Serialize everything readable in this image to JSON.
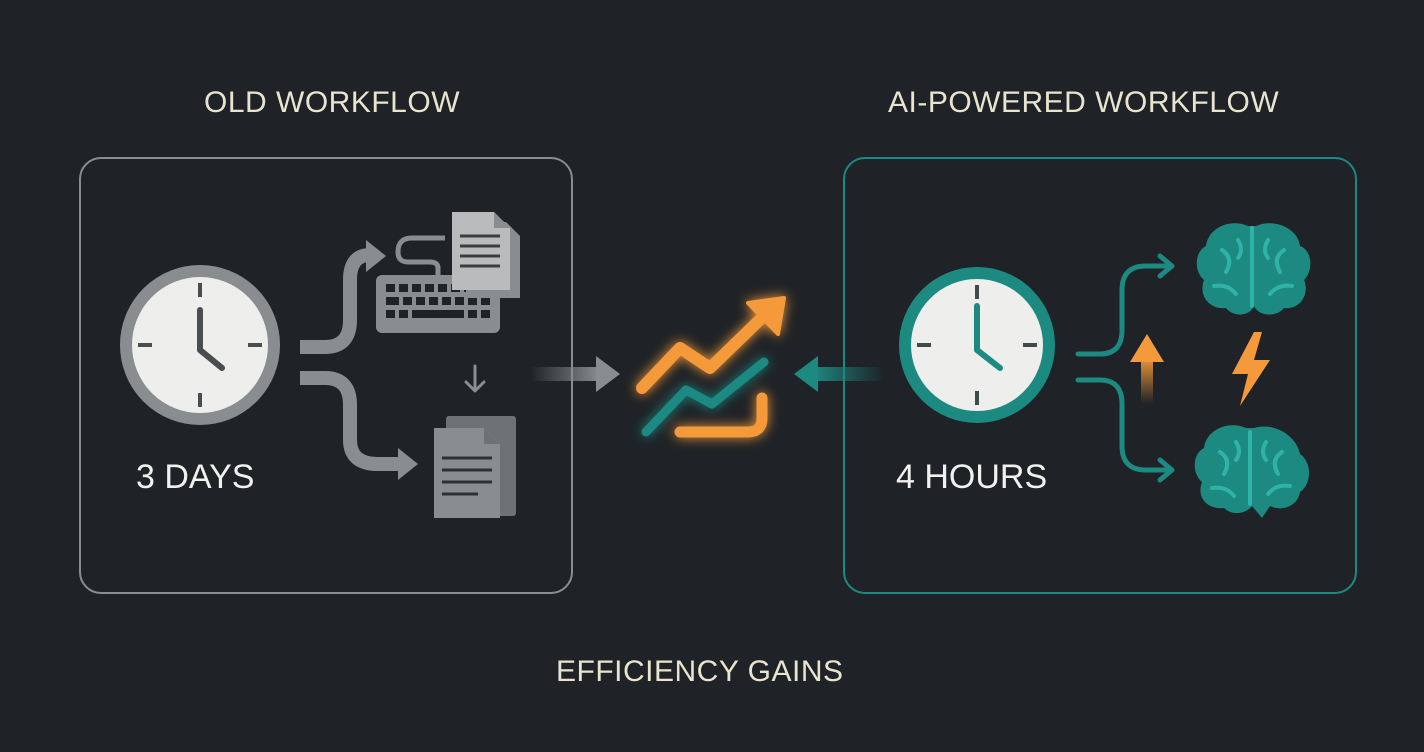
{
  "old_workflow": {
    "title": "OLD WORKFLOW",
    "duration": "3 DAYS",
    "icons": [
      "clock-icon",
      "keyboard-icon",
      "document-icon",
      "document-stack-icon",
      "arrow-icon"
    ]
  },
  "ai_workflow": {
    "title": "AI-POWERED WORKFLOW",
    "duration": "4 HOURS",
    "icons": [
      "clock-icon",
      "brain-icon",
      "lightning-icon",
      "up-arrow-icon"
    ]
  },
  "center": {
    "label": "EFFICIENCY GAINS",
    "icon": "trend-up-icon"
  },
  "colors": {
    "background": "#1f2226",
    "old_gray": "#8a8d90",
    "teal": "#1d8a82",
    "orange": "#f49a3a",
    "label_text": "#e8e4cf"
  }
}
